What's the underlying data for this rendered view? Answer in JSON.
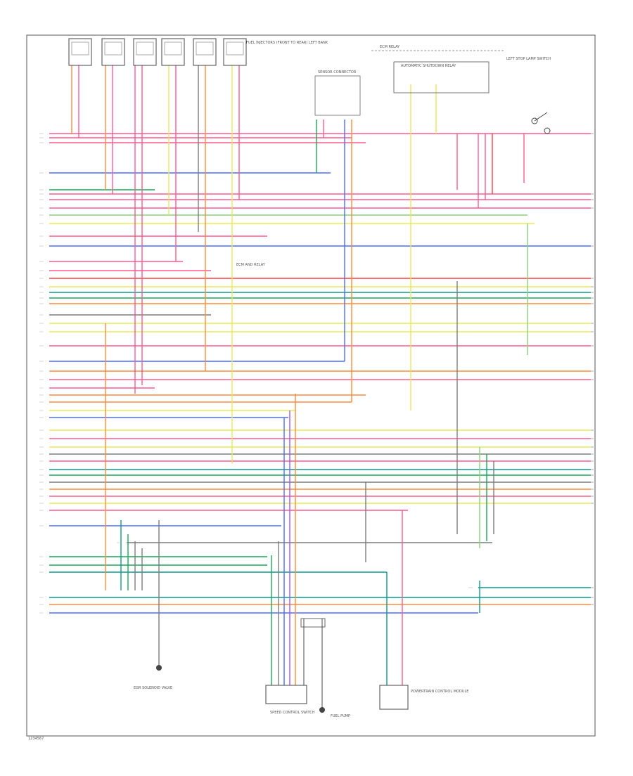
{
  "diagram": {
    "labels": {
      "fuel_injector_top": "FUEL INJECTORS (FRONT TO REAR) LEFT BANK",
      "ecm_relay_top": "ECM RELAY",
      "automatic_shutdown": "AUTOMATIC SHUTDOWN RELAY",
      "left_stop_block": "LEFT STOP LAMP SWITCH",
      "sensor_block": "SENSOR CONNECTOR",
      "middle_note": "ECM AND RELAY",
      "bottom_left": "EGR SOLENOID VALVE",
      "bottom_center": "SPEED CONTROL SWITCH",
      "bottom_center2": "FUEL PUMP",
      "bottom_right": "POWERTRAIN CONTROL MODULE",
      "footer_code": "1234567"
    },
    "colors": {
      "frame": "#555555",
      "pink": "#ff5c8d",
      "blue": "#4f6bff",
      "green": "#19a85c",
      "teal": "#0f9a8a",
      "orange": "#ff8a3d",
      "yellow": "#e8e85a",
      "violet": "#9b59ff",
      "gray": "#7d7d7d",
      "lightgreen": "#8bd17a",
      "red": "#ff3d3d"
    }
  }
}
